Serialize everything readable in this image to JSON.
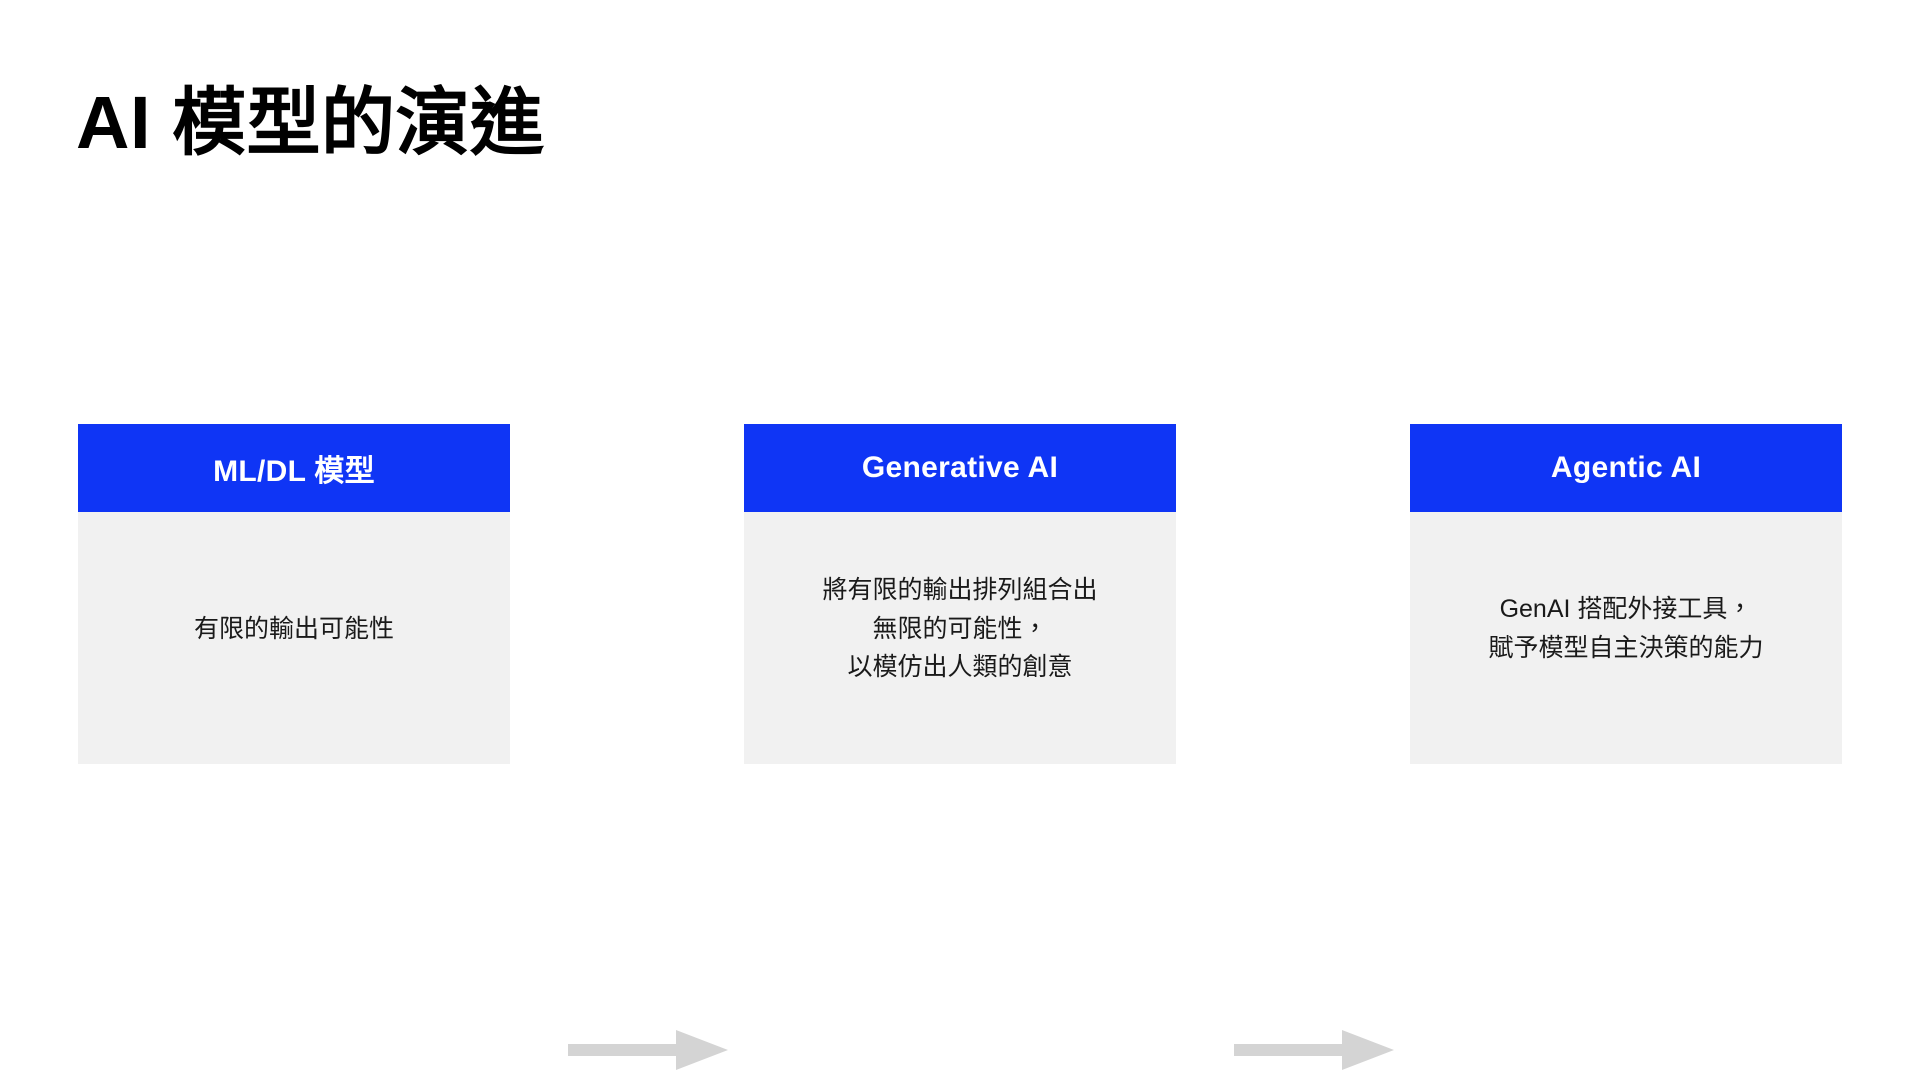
{
  "slide": {
    "title": "AI 模型的演進",
    "background_color": "#ffffff",
    "accent_color": "#0f35f5",
    "card_body_color": "#f1f1f1",
    "arrow_color": "#d4d4d4",
    "title_color": "#000000"
  },
  "flow": {
    "cards": [
      {
        "header": "ML/DL 模型",
        "body": "有限的輸出可能性"
      },
      {
        "header": "Generative AI",
        "body": "將有限的輸出排列組合出\n無限的可能性，\n以模仿出人類的創意"
      },
      {
        "header": "Agentic AI",
        "body": "GenAI 搭配外接工具，\n賦予模型自主決策的能力"
      }
    ],
    "arrows": [
      {
        "name": "arrow-right-icon",
        "direction": "right"
      },
      {
        "name": "arrow-right-icon",
        "direction": "right"
      }
    ]
  }
}
